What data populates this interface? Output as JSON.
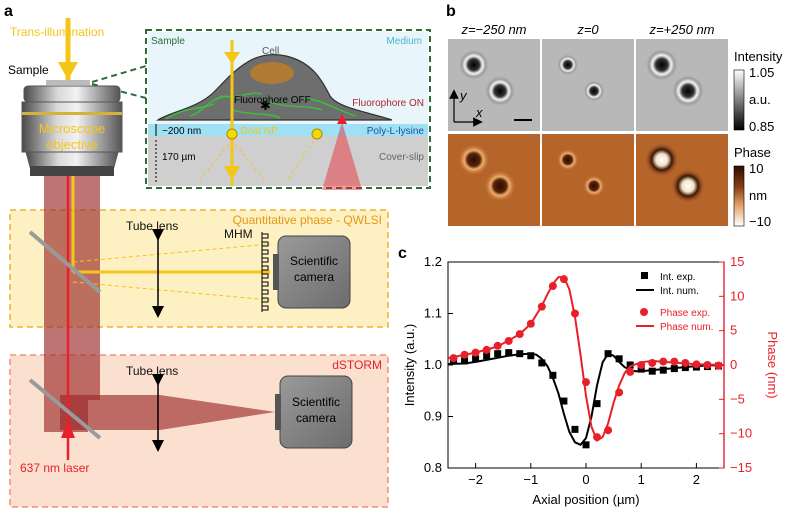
{
  "panels": {
    "a": {
      "letter": "a",
      "trans_illumination": "Trans-illumination",
      "sample": "Sample",
      "objective_line1": "Microscope",
      "objective_line2": "objective",
      "inset": {
        "sample": "Sample",
        "medium": "Medium",
        "cell": "Cell",
        "fluorophore_off": "Fluorophore OFF",
        "fluorophore_on": "Fluorophore ON",
        "thickness_200": "~200 nm",
        "gold_np": "Gold NP",
        "poly_l_lysine": "Poly-L-lysine",
        "thickness_170": "170 µm",
        "cover_slip": "Cover-slip"
      },
      "qwlsi_title": "Quantitative phase - QWLSI",
      "mhm": "MHM",
      "tube_lens_1": "Tube lens",
      "camera1_line1": "Scientific",
      "camera1_line2": "camera",
      "dstorm_title": "dSTORM",
      "tube_lens_2": "Tube lens",
      "camera2_line1": "Scientific",
      "camera2_line2": "camera",
      "laser": "637 nm laser",
      "colors": {
        "yellow": "#f5c518",
        "red": "#e8202a",
        "green": "#2e6b3a"
      }
    },
    "b": {
      "letter": "b",
      "z_labels": [
        "z=−250 nm",
        "z=0",
        "z=+250 nm"
      ],
      "intensity_title": "Intensity",
      "intensity_max": "1.05",
      "intensity_unit": "a.u.",
      "intensity_min": "0.85",
      "phase_title": "Phase",
      "phase_max": "10",
      "phase_unit": "nm",
      "phase_min": "−10",
      "axis_y": "y",
      "axis_x": "x"
    },
    "c": {
      "letter": "c"
    }
  },
  "chart_data": {
    "type": "line",
    "xlabel": "Axial position (µm)",
    "ylabel": "Intensity (a.u.)",
    "y2label": "Phase (nm)",
    "xlim": [
      -2.5,
      2.5
    ],
    "ylim": [
      0.8,
      1.2
    ],
    "y2lim": [
      -15,
      15
    ],
    "x_ticks": [
      "−2",
      "−1",
      "0",
      "1",
      "2"
    ],
    "y_ticks": [
      "0.8",
      "0.9",
      "1.0",
      "1.1",
      "1.2"
    ],
    "y2_ticks": [
      "−15",
      "−10",
      "−5",
      "0",
      "5",
      "10",
      "15"
    ],
    "legend_position": "right",
    "series": [
      {
        "name": "Int. exp.",
        "axis": "left",
        "style": "square-markers",
        "color": "#000000",
        "x": [
          -2.4,
          -2.2,
          -2.0,
          -1.8,
          -1.6,
          -1.4,
          -1.2,
          -1.0,
          -0.8,
          -0.6,
          -0.4,
          -0.2,
          0.0,
          0.2,
          0.4,
          0.6,
          0.8,
          1.0,
          1.2,
          1.4,
          1.6,
          1.8,
          2.0,
          2.2,
          2.4
        ],
        "y": [
          1.008,
          1.008,
          1.012,
          1.018,
          1.022,
          1.024,
          1.022,
          1.018,
          1.004,
          0.98,
          0.93,
          0.875,
          0.845,
          0.925,
          1.022,
          1.012,
          1.0,
          0.992,
          0.988,
          0.99,
          0.993,
          0.995,
          0.996,
          0.997,
          0.998
        ]
      },
      {
        "name": "Int. num.",
        "axis": "left",
        "style": "line",
        "color": "#000000",
        "x": [
          -2.5,
          -2.2,
          -2.0,
          -1.8,
          -1.6,
          -1.4,
          -1.2,
          -1.0,
          -0.9,
          -0.8,
          -0.7,
          -0.6,
          -0.5,
          -0.4,
          -0.3,
          -0.2,
          -0.1,
          0.0,
          0.1,
          0.2,
          0.3,
          0.4,
          0.5,
          0.6,
          0.7,
          0.8,
          0.9,
          1.0,
          1.2,
          1.4,
          1.6,
          1.8,
          2.0,
          2.2,
          2.5
        ],
        "y": [
          1.002,
          1.003,
          1.006,
          1.01,
          1.014,
          1.018,
          1.021,
          1.022,
          1.02,
          1.012,
          0.998,
          0.975,
          0.945,
          0.905,
          0.87,
          0.85,
          0.845,
          0.858,
          0.9,
          0.96,
          1.005,
          1.022,
          1.018,
          1.006,
          0.996,
          0.99,
          0.988,
          0.988,
          0.99,
          0.992,
          0.994,
          0.996,
          0.998,
          0.999,
          1.0
        ]
      },
      {
        "name": "Phase exp.",
        "axis": "right",
        "style": "circle-markers",
        "color": "#e8202a",
        "x": [
          -2.4,
          -2.2,
          -2.0,
          -1.8,
          -1.6,
          -1.4,
          -1.2,
          -1.0,
          -0.8,
          -0.6,
          -0.4,
          -0.2,
          0.0,
          0.2,
          0.4,
          0.6,
          0.8,
          1.0,
          1.2,
          1.4,
          1.6,
          1.8,
          2.0,
          2.2,
          2.4
        ],
        "y": [
          1.0,
          1.5,
          1.8,
          2.2,
          2.8,
          3.5,
          4.5,
          6.0,
          8.5,
          11.5,
          12.5,
          7.5,
          -2.5,
          -10.5,
          -9.5,
          -4.0,
          -1.0,
          0.0,
          0.3,
          0.5,
          0.5,
          0.3,
          0.1,
          0.0,
          -0.1
        ]
      },
      {
        "name": "Phase num.",
        "axis": "right",
        "style": "line",
        "color": "#e8202a",
        "x": [
          -2.5,
          -2.0,
          -1.6,
          -1.2,
          -1.0,
          -0.8,
          -0.7,
          -0.6,
          -0.5,
          -0.4,
          -0.3,
          -0.2,
          -0.1,
          0.0,
          0.1,
          0.2,
          0.3,
          0.4,
          0.5,
          0.6,
          0.7,
          0.8,
          1.0,
          1.2,
          1.5,
          2.0,
          2.5
        ],
        "y": [
          1.0,
          1.8,
          2.7,
          4.5,
          6.0,
          8.6,
          10.3,
          11.8,
          12.8,
          12.8,
          11.0,
          7.0,
          1.5,
          -4.5,
          -9.0,
          -11.0,
          -10.5,
          -8.5,
          -5.5,
          -3.0,
          -1.2,
          -0.2,
          0.4,
          0.6,
          0.4,
          0.1,
          0.0
        ]
      }
    ]
  }
}
